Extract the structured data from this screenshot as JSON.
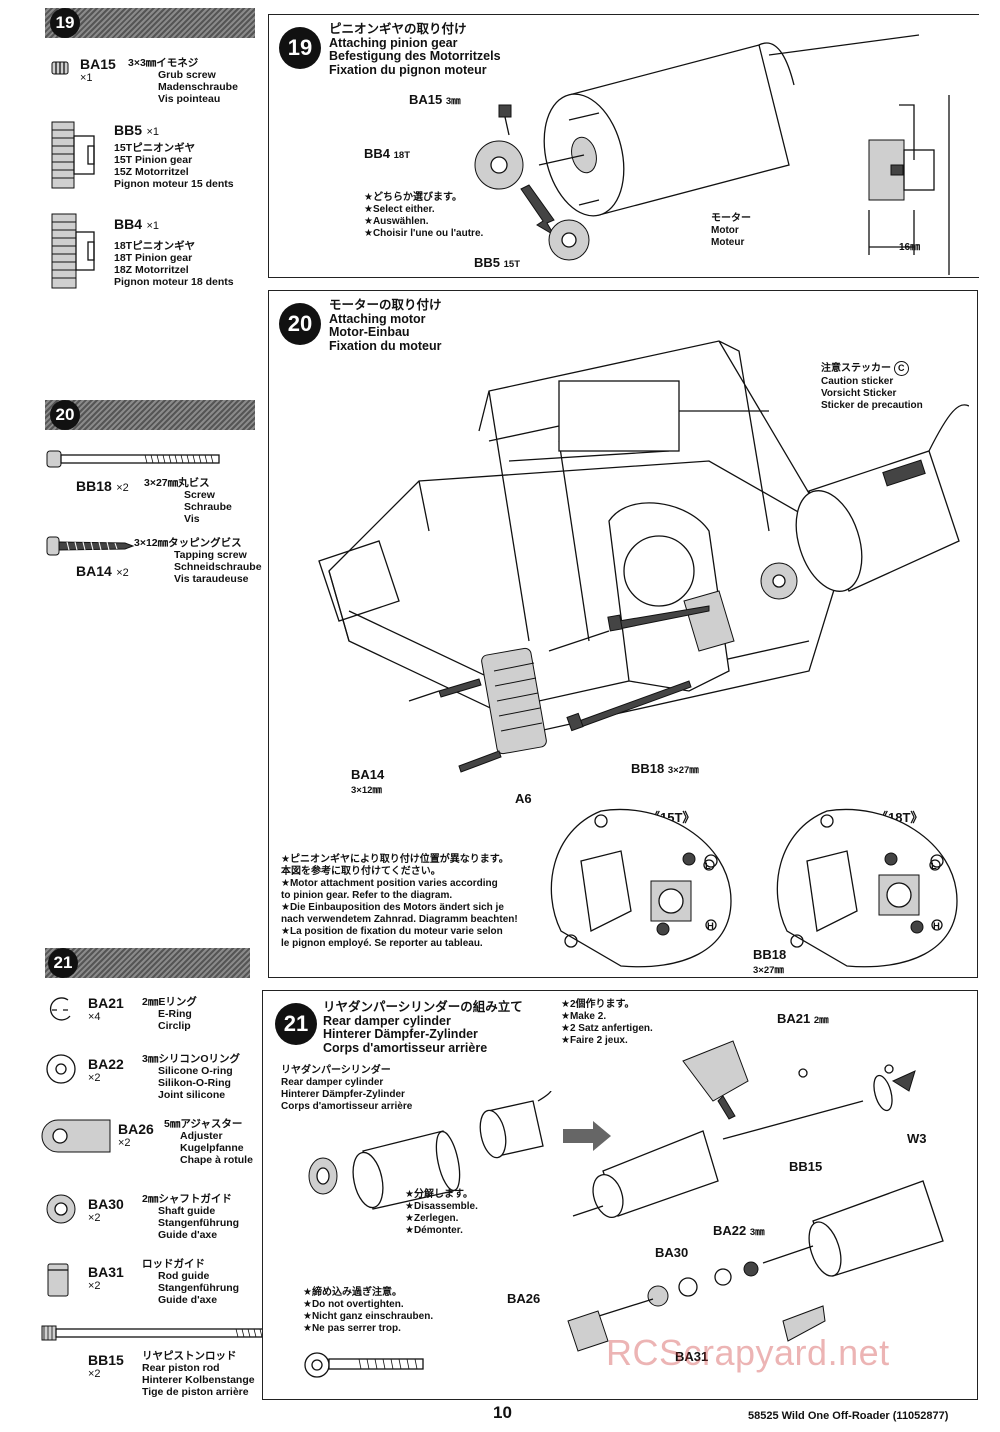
{
  "left": {
    "s19": {
      "num": "19",
      "ba15": {
        "code": "BA15",
        "qty": "×1",
        "jp": "3×3㎜イモネジ",
        "desc": [
          "Grub screw",
          "Madenschraube",
          "Vis pointeau"
        ]
      },
      "bb5": {
        "code": "BB5",
        "qty": "×1",
        "jp": "15Tピニオンギヤ",
        "desc": [
          "15T Pinion gear",
          "15Z Motorritzel",
          "Pignon moteur 15 dents"
        ]
      },
      "bb4": {
        "code": "BB4",
        "qty": "×1",
        "jp": "18Tピニオンギヤ",
        "desc": [
          "18T Pinion gear",
          "18Z Motorritzel",
          "Pignon moteur 18 dents"
        ]
      }
    },
    "s20": {
      "num": "20",
      "bb18": {
        "code": "BB18",
        "qty": "×2",
        "jp": "3×27㎜丸ビス",
        "desc": [
          "Screw",
          "Schraube",
          "Vis"
        ]
      },
      "ba14": {
        "code": "BA14",
        "qty": "×2",
        "jp": "3×12㎜タッピングビス",
        "desc": [
          "Tapping screw",
          "Schneidschraube",
          "Vis taraudeuse"
        ]
      }
    },
    "s21": {
      "num": "21",
      "ba21": {
        "code": "BA21",
        "qty": "×4",
        "jp": "2㎜Eリング",
        "desc": [
          "E-Ring",
          "Circlip"
        ]
      },
      "ba22": {
        "code": "BA22",
        "qty": "×2",
        "jp": "3㎜シリコンOリング",
        "desc": [
          "Silicone O-ring",
          "Silikon-O-Ring",
          "Joint silicone"
        ]
      },
      "ba26": {
        "code": "BA26",
        "qty": "×2",
        "jp": "5㎜アジャスター",
        "desc": [
          "Adjuster",
          "Kugelpfanne",
          "Chape à rotule"
        ]
      },
      "ba30": {
        "code": "BA30",
        "qty": "×2",
        "jp": "2㎜シャフトガイド",
        "desc": [
          "Shaft guide",
          "Stangenführung",
          "Guide d'axe"
        ]
      },
      "ba31": {
        "code": "BA31",
        "qty": "×2",
        "jp": "ロッドガイド",
        "desc": [
          "Rod guide",
          "Stangenführung",
          "Guide d'axe"
        ]
      },
      "bb15": {
        "code": "BB15",
        "qty": "×2",
        "jp": "リヤピストンロッド",
        "desc": [
          "Rear piston rod",
          "Hinterer Kolbenstange",
          "Tige de piston arrière"
        ]
      }
    }
  },
  "step19": {
    "num": "19",
    "title": [
      "ピニオンギヤの取り付け",
      "Attaching pinion gear",
      "Befestigung des Motorritzels",
      "Fixation du pignon moteur"
    ],
    "ba15": "BA15",
    "ba15_size": "3㎜",
    "bb4": "BB4",
    "bb4_size": "18T",
    "bb5": "BB5",
    "bb5_size": "15T",
    "select": [
      "★どちらか選びます。",
      "★Select either.",
      "★Auswählen.",
      "★Choisir l'une ou l'autre."
    ],
    "motor": [
      "モーター",
      "Motor",
      "Moteur"
    ],
    "dim": "16㎜"
  },
  "step20": {
    "num": "20",
    "title": [
      "モーターの取り付け",
      "Attaching motor",
      "Motor-Einbau",
      "Fixation du moteur"
    ],
    "sticker": [
      "注意ステッカー",
      "Caution sticker",
      "Vorsicht Sticker",
      "Sticker de precaution"
    ],
    "sticker_mark": "C",
    "ba14": "BA14",
    "ba14_size": "3×12㎜",
    "a6": "A6",
    "bb18": "BB18",
    "bb18_size": "3×27㎜",
    "note": [
      "★ピニオンギヤにより取り付け位置が異なります。",
      "本図を参考に取り付けてください。",
      "★Motor attachment position varies according",
      "to pinion gear. Refer to the diagram.",
      "★Die Einbauposition des Motors ändert sich je",
      "nach verwendetem Zahnrad. Diagramm beachten!",
      "★La position de fixation du moteur varie selon",
      "le pignon employé. Se reporter au tableau."
    ],
    "t15": "《15T》",
    "t18": "《18T》",
    "mark_l": "L",
    "mark_h": "H",
    "bb18b": "BB18",
    "bb18b_size": "3×27㎜"
  },
  "step21": {
    "num": "21",
    "title": [
      "リヤダンパーシリンダーの組み立て",
      "Rear damper cylinder",
      "Hinterer Dämpfer-Zylinder",
      "Corps d'amortisseur arrière"
    ],
    "make": [
      "★2個作ります。",
      "★Make 2.",
      "★2 Satz anfertigen.",
      "★Faire 2 jeux."
    ],
    "sub": [
      "リヤダンパーシリンダー",
      "Rear damper cylinder",
      "Hinterer Dämpfer-Zylinder",
      "Corps d'amortisseur arrière"
    ],
    "disassemble": [
      "★分解します。",
      "★Disassemble.",
      "★Zerlegen.",
      "★Démonter."
    ],
    "overtighten": [
      "★締め込み過ぎ注意。",
      "★Do not overtighten.",
      "★Nicht ganz einschrauben.",
      "★Ne pas serrer trop."
    ],
    "ba21": "BA21",
    "ba21_size": "2㎜",
    "w3": "W3",
    "bb15": "BB15",
    "ba22": "BA22",
    "ba22_size": "3㎜",
    "ba30": "BA30",
    "ba26": "BA26",
    "ba31": "BA31"
  },
  "footer": {
    "page": "10",
    "model": "58525  Wild One Off-Roader (11052877)",
    "watermark": "RCScrapyard.net"
  }
}
